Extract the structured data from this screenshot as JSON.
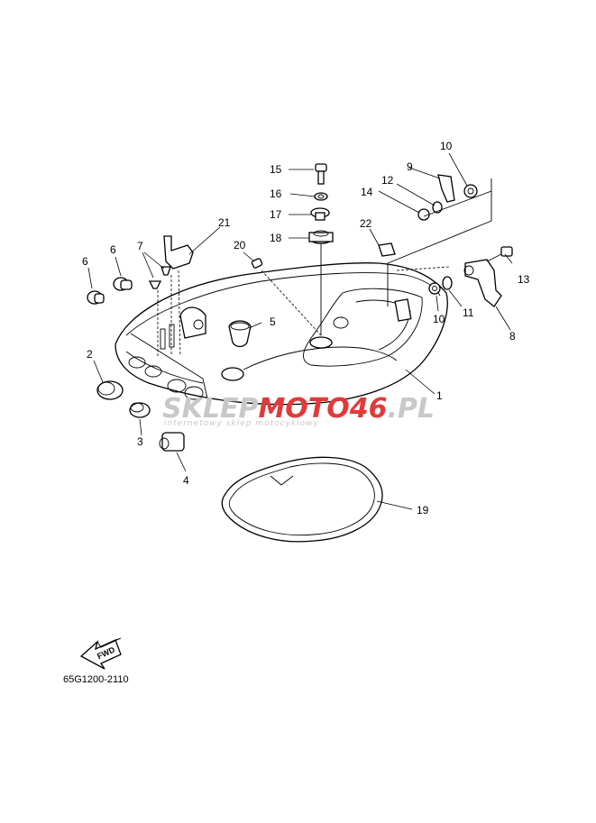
{
  "diagram": {
    "code": "65G1200-2110",
    "fwd_label": "FWD",
    "watermark": {
      "part1": "SKLEP",
      "part2": "MOTO",
      "part3": "46",
      "part4": ".PL",
      "tagline": "internetowy sklep motocyklowy",
      "color_gray": "#c8c8c8",
      "color_red": "#e23a3a"
    },
    "callouts": [
      "1",
      "2",
      "3",
      "4",
      "5",
      "6",
      "6",
      "7",
      "8",
      "9",
      "10",
      "10",
      "11",
      "12",
      "13",
      "14",
      "15",
      "16",
      "17",
      "18",
      "19",
      "20",
      "21",
      "22"
    ]
  }
}
